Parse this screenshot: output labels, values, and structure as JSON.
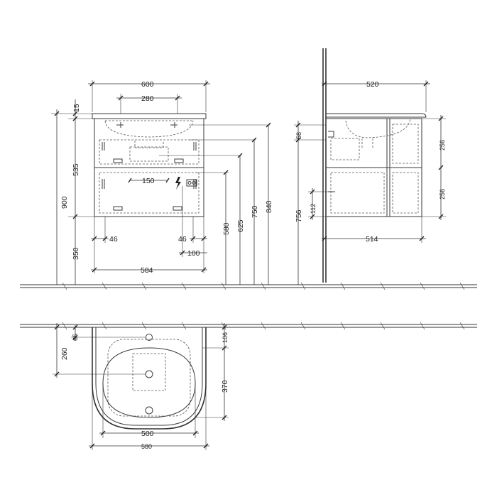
{
  "front_view": {
    "width_total": "600",
    "basin_span": "280",
    "top_thickness": "15",
    "cabinet_height": "535",
    "overall_height": "900",
    "floor_clearance": "350",
    "cutout_width": "150",
    "leg_offset_left": "46",
    "leg_offset_right": "46",
    "cutout_offset": "100",
    "inner_width": "584",
    "height_580": "580",
    "height_625": "625",
    "height_750": "750",
    "height_840": "840"
  },
  "side_view": {
    "depth_total": "520",
    "depth_inner": "514",
    "top_offset": "58",
    "drawer_upper": "256",
    "drawer_lower": "256",
    "height_756": "756",
    "small_112": "112"
  },
  "plan_view": {
    "offset_65": "65",
    "offset_106": "106",
    "depth_260": "260",
    "depth_370": "370",
    "basin_width": "500",
    "overall_width": "580"
  },
  "icons": {
    "electric": "lightning-bolt-icon"
  }
}
